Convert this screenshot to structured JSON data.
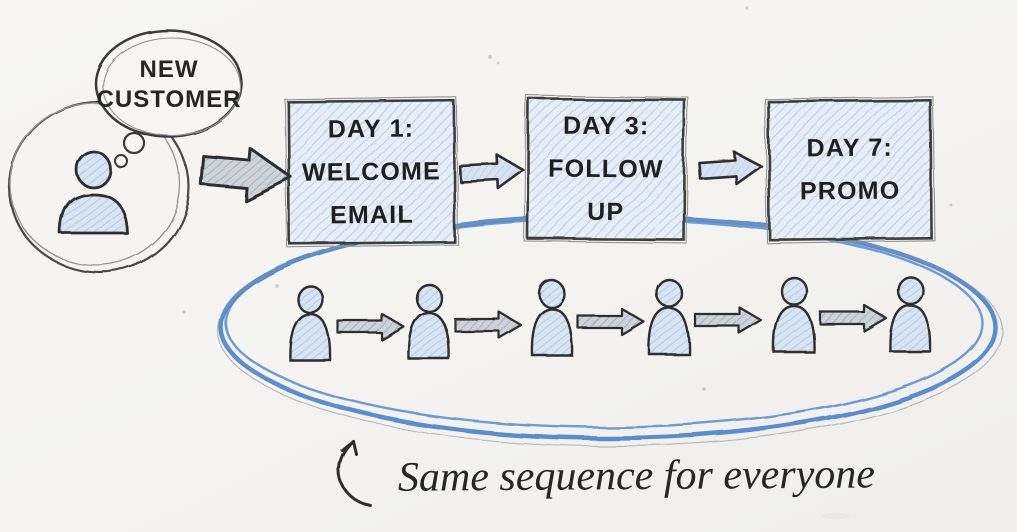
{
  "colors": {
    "paper": "#f5f4f1",
    "ink": "#2e2e2e",
    "pencil": "#8f9398",
    "box_fill": "#e7eef7",
    "box_hatch": "#bdd1e8",
    "box_border": "#3e3e3e",
    "person_fill": "#d8e4f2",
    "person_hatch": "#b4cae6",
    "gray_fill": "#ced3da",
    "gray_hatch": "#a9b0b9",
    "arrow_fill": "#d6e2f1",
    "arrow_hatch": "#bccfe8",
    "ellipse_blue": "#4d84cf",
    "caption_ink": "#262626"
  },
  "customer": {
    "bubble_lines": [
      "NEW",
      "CUSTOMER"
    ]
  },
  "steps": [
    {
      "lines": [
        "DAY 1:",
        "WELCOME",
        "EMAIL"
      ]
    },
    {
      "lines": [
        "DAY 3:",
        "FOLLOW",
        "UP"
      ]
    },
    {
      "lines": [
        "DAY 7:",
        "PROMO"
      ]
    }
  ],
  "audience": {
    "person_count": 6
  },
  "caption": {
    "text": "Same sequence for everyone"
  }
}
